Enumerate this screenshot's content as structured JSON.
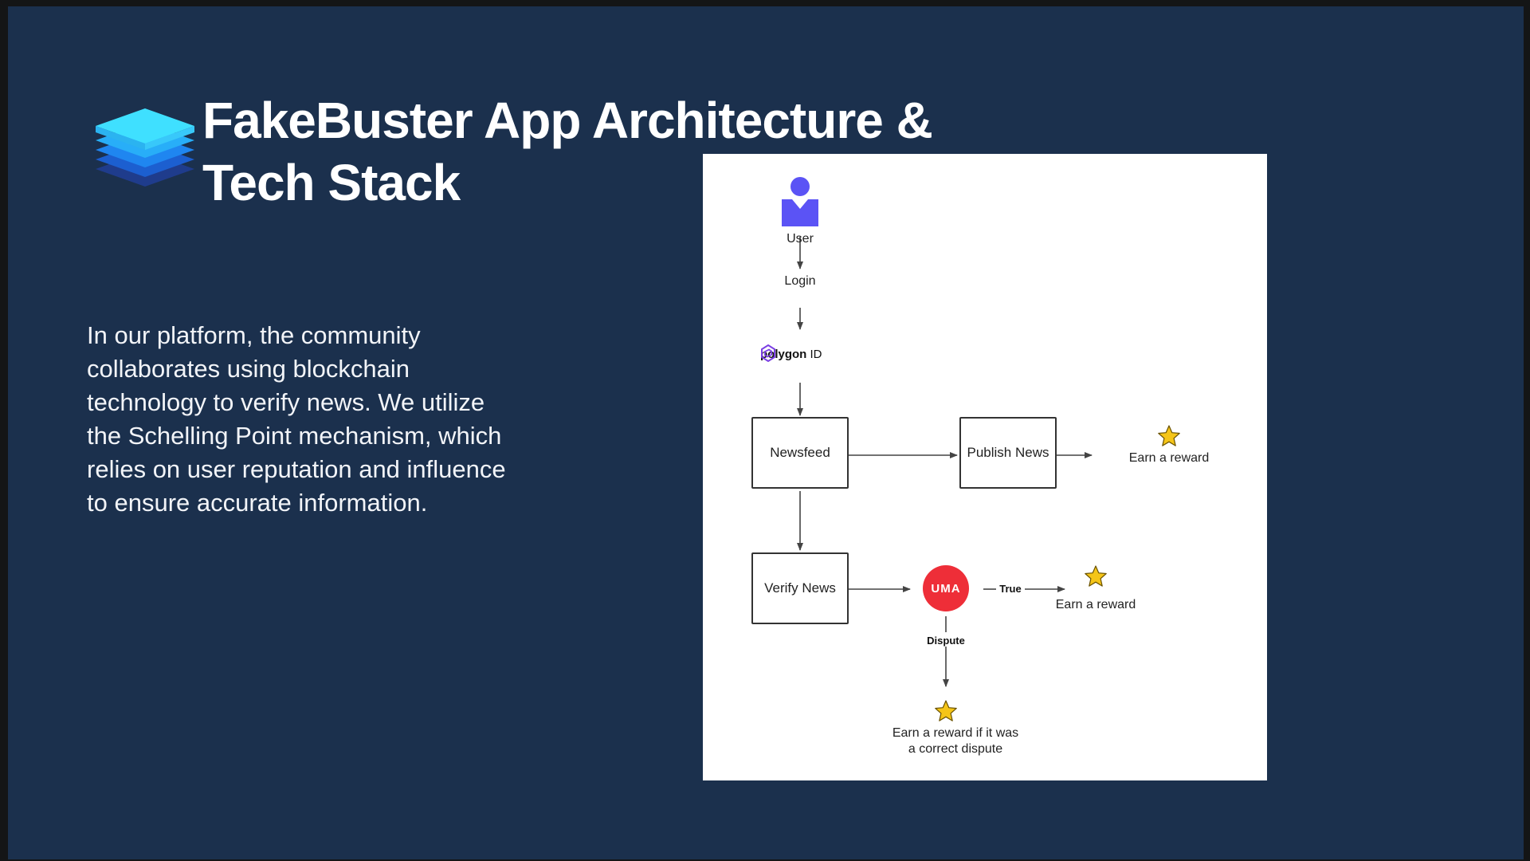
{
  "slide": {
    "title_line1": "FakeBuster App Architecture &",
    "title_line2": "Tech Stack",
    "description": "In our platform, the community collaborates using blockchain technology to verify news. We utilize the Schelling Point mechanism, which relies on user reputation and influence to ensure accurate information."
  },
  "diagram": {
    "user_label": "User",
    "login_label": "Login",
    "polygon_logo_text": "polygon",
    "polygon_logo_suffix": "ID",
    "newsfeed_label": "Newsfeed",
    "publish_label": "Publish News",
    "verify_label": "Verify News",
    "uma_logo_text": "UMA",
    "true_label": "True",
    "dispute_label": "Dispute",
    "reward_publish": "Earn a reward",
    "reward_true": "Earn a reward",
    "reward_dispute_line1": "Earn a reward if it was",
    "reward_dispute_line2": "a correct dispute",
    "icons": [
      "user-icon",
      "polygon-logo-icon",
      "uma-logo-icon",
      "star-icon"
    ]
  },
  "colors": {
    "background": "#1b304d",
    "user_icon": "#5b53f5",
    "uma_red": "#ee2e38",
    "star": "#f5c518",
    "polygon_purple": "#7b3fe4"
  }
}
